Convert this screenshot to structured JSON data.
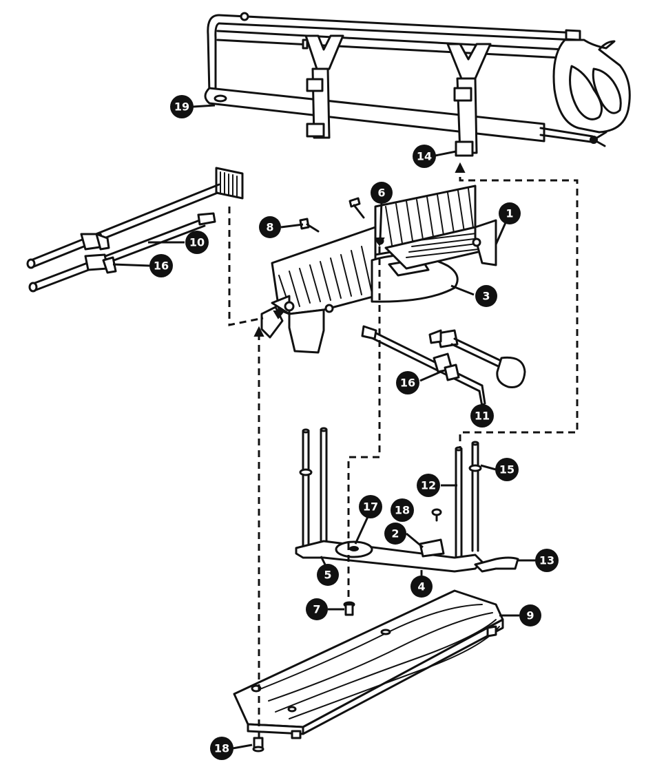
{
  "callouts": [
    {
      "id": "c1",
      "label": "1"
    },
    {
      "id": "c2",
      "label": "2"
    },
    {
      "id": "c3",
      "label": "3"
    },
    {
      "id": "c4",
      "label": "4"
    },
    {
      "id": "c5",
      "label": "5"
    },
    {
      "id": "c6",
      "label": "6"
    },
    {
      "id": "c7",
      "label": "7"
    },
    {
      "id": "c8",
      "label": "8"
    },
    {
      "id": "c9",
      "label": "9"
    },
    {
      "id": "c10",
      "label": "10"
    },
    {
      "id": "c11",
      "label": "11"
    },
    {
      "id": "c12",
      "label": "12"
    },
    {
      "id": "c13",
      "label": "13"
    },
    {
      "id": "c14",
      "label": "14"
    },
    {
      "id": "c15",
      "label": "15"
    },
    {
      "id": "c16a",
      "label": "16"
    },
    {
      "id": "c16b",
      "label": "16"
    },
    {
      "id": "c17",
      "label": "17"
    },
    {
      "id": "c18a",
      "label": "18"
    },
    {
      "id": "c18b",
      "label": "18"
    },
    {
      "id": "c19",
      "label": "19"
    }
  ],
  "colors": {
    "ink": "#111111",
    "paper": "#ffffff",
    "shade": "#d9d9d9"
  }
}
